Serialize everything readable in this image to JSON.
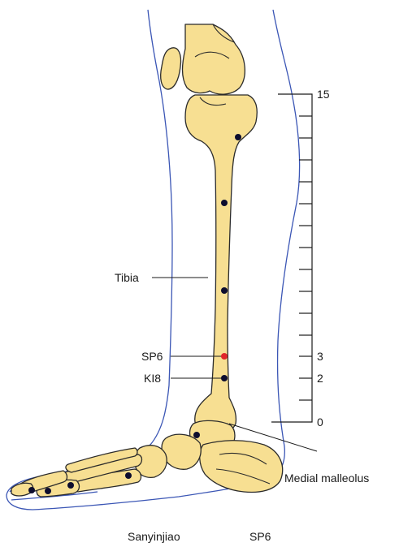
{
  "labels": {
    "tibia": "Tibia",
    "sp6": "SP6",
    "ki8": "KI8",
    "malleolus": "Medial malleolus"
  },
  "ruler": {
    "ticks": [
      "15",
      "3",
      "2",
      "0"
    ]
  },
  "caption": {
    "left": "Sanyinjiao",
    "right": "SP6"
  },
  "colors": {
    "bone": "#f7df92",
    "skin_outline": "#3b56b5",
    "point": "#0d0d2e",
    "sp6_point": "#e0262a"
  }
}
